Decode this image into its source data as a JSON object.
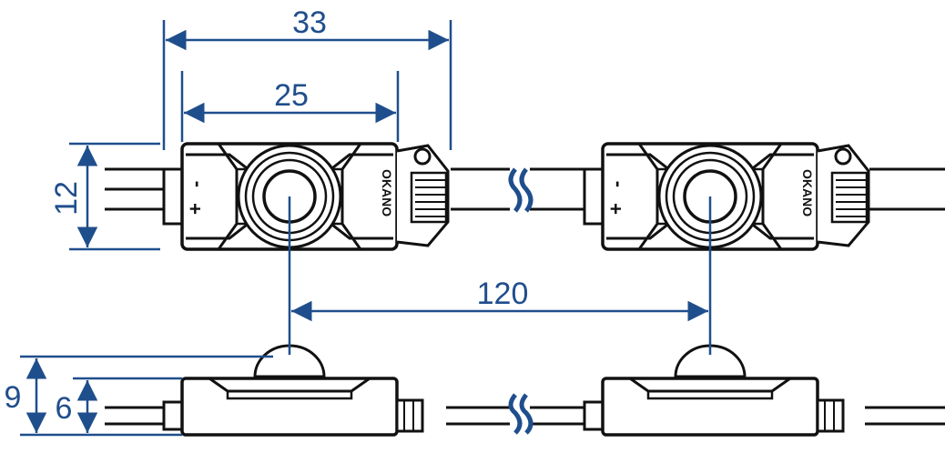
{
  "dimensions": {
    "total_length": "33",
    "body_length": "25",
    "height": "12",
    "pitch": "120",
    "total_height": "9",
    "body_height": "6"
  },
  "module": {
    "brand": "OKANO",
    "polarity_plus": "+",
    "polarity_minus": "-"
  },
  "colors": {
    "dimension_line": "#1f4e8c",
    "outline": "#111111"
  }
}
